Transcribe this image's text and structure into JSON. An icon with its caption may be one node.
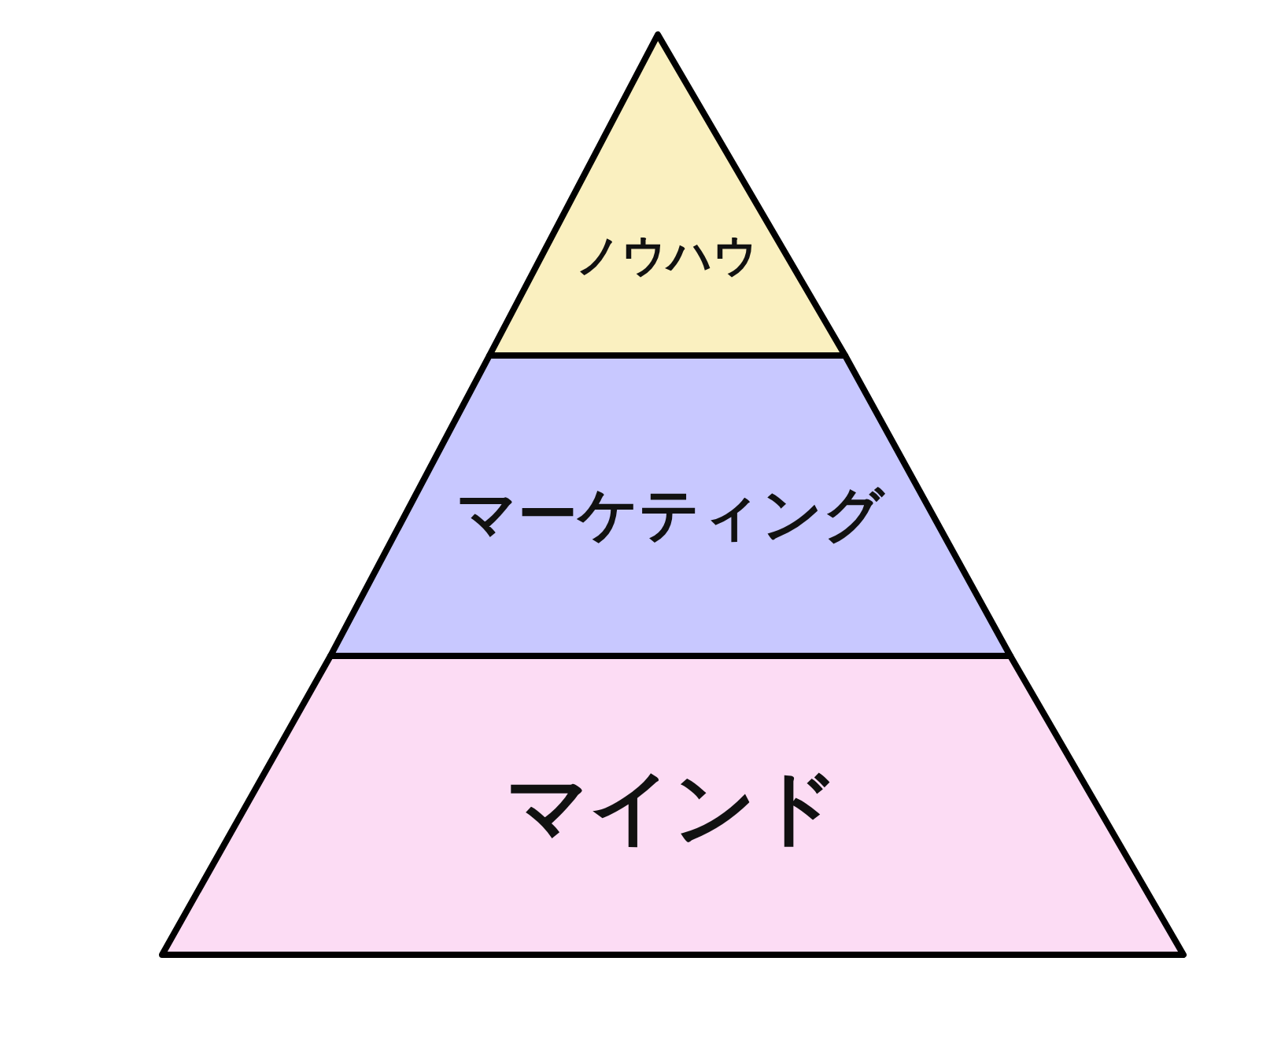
{
  "diagram": {
    "nodes": [
      {
        "text": [
          "ノウハウ"
        ]
      },
      {
        "text": [
          "マーケティング"
        ]
      },
      {
        "text": [
          "マインド"
        ]
      }
    ]
  }
}
